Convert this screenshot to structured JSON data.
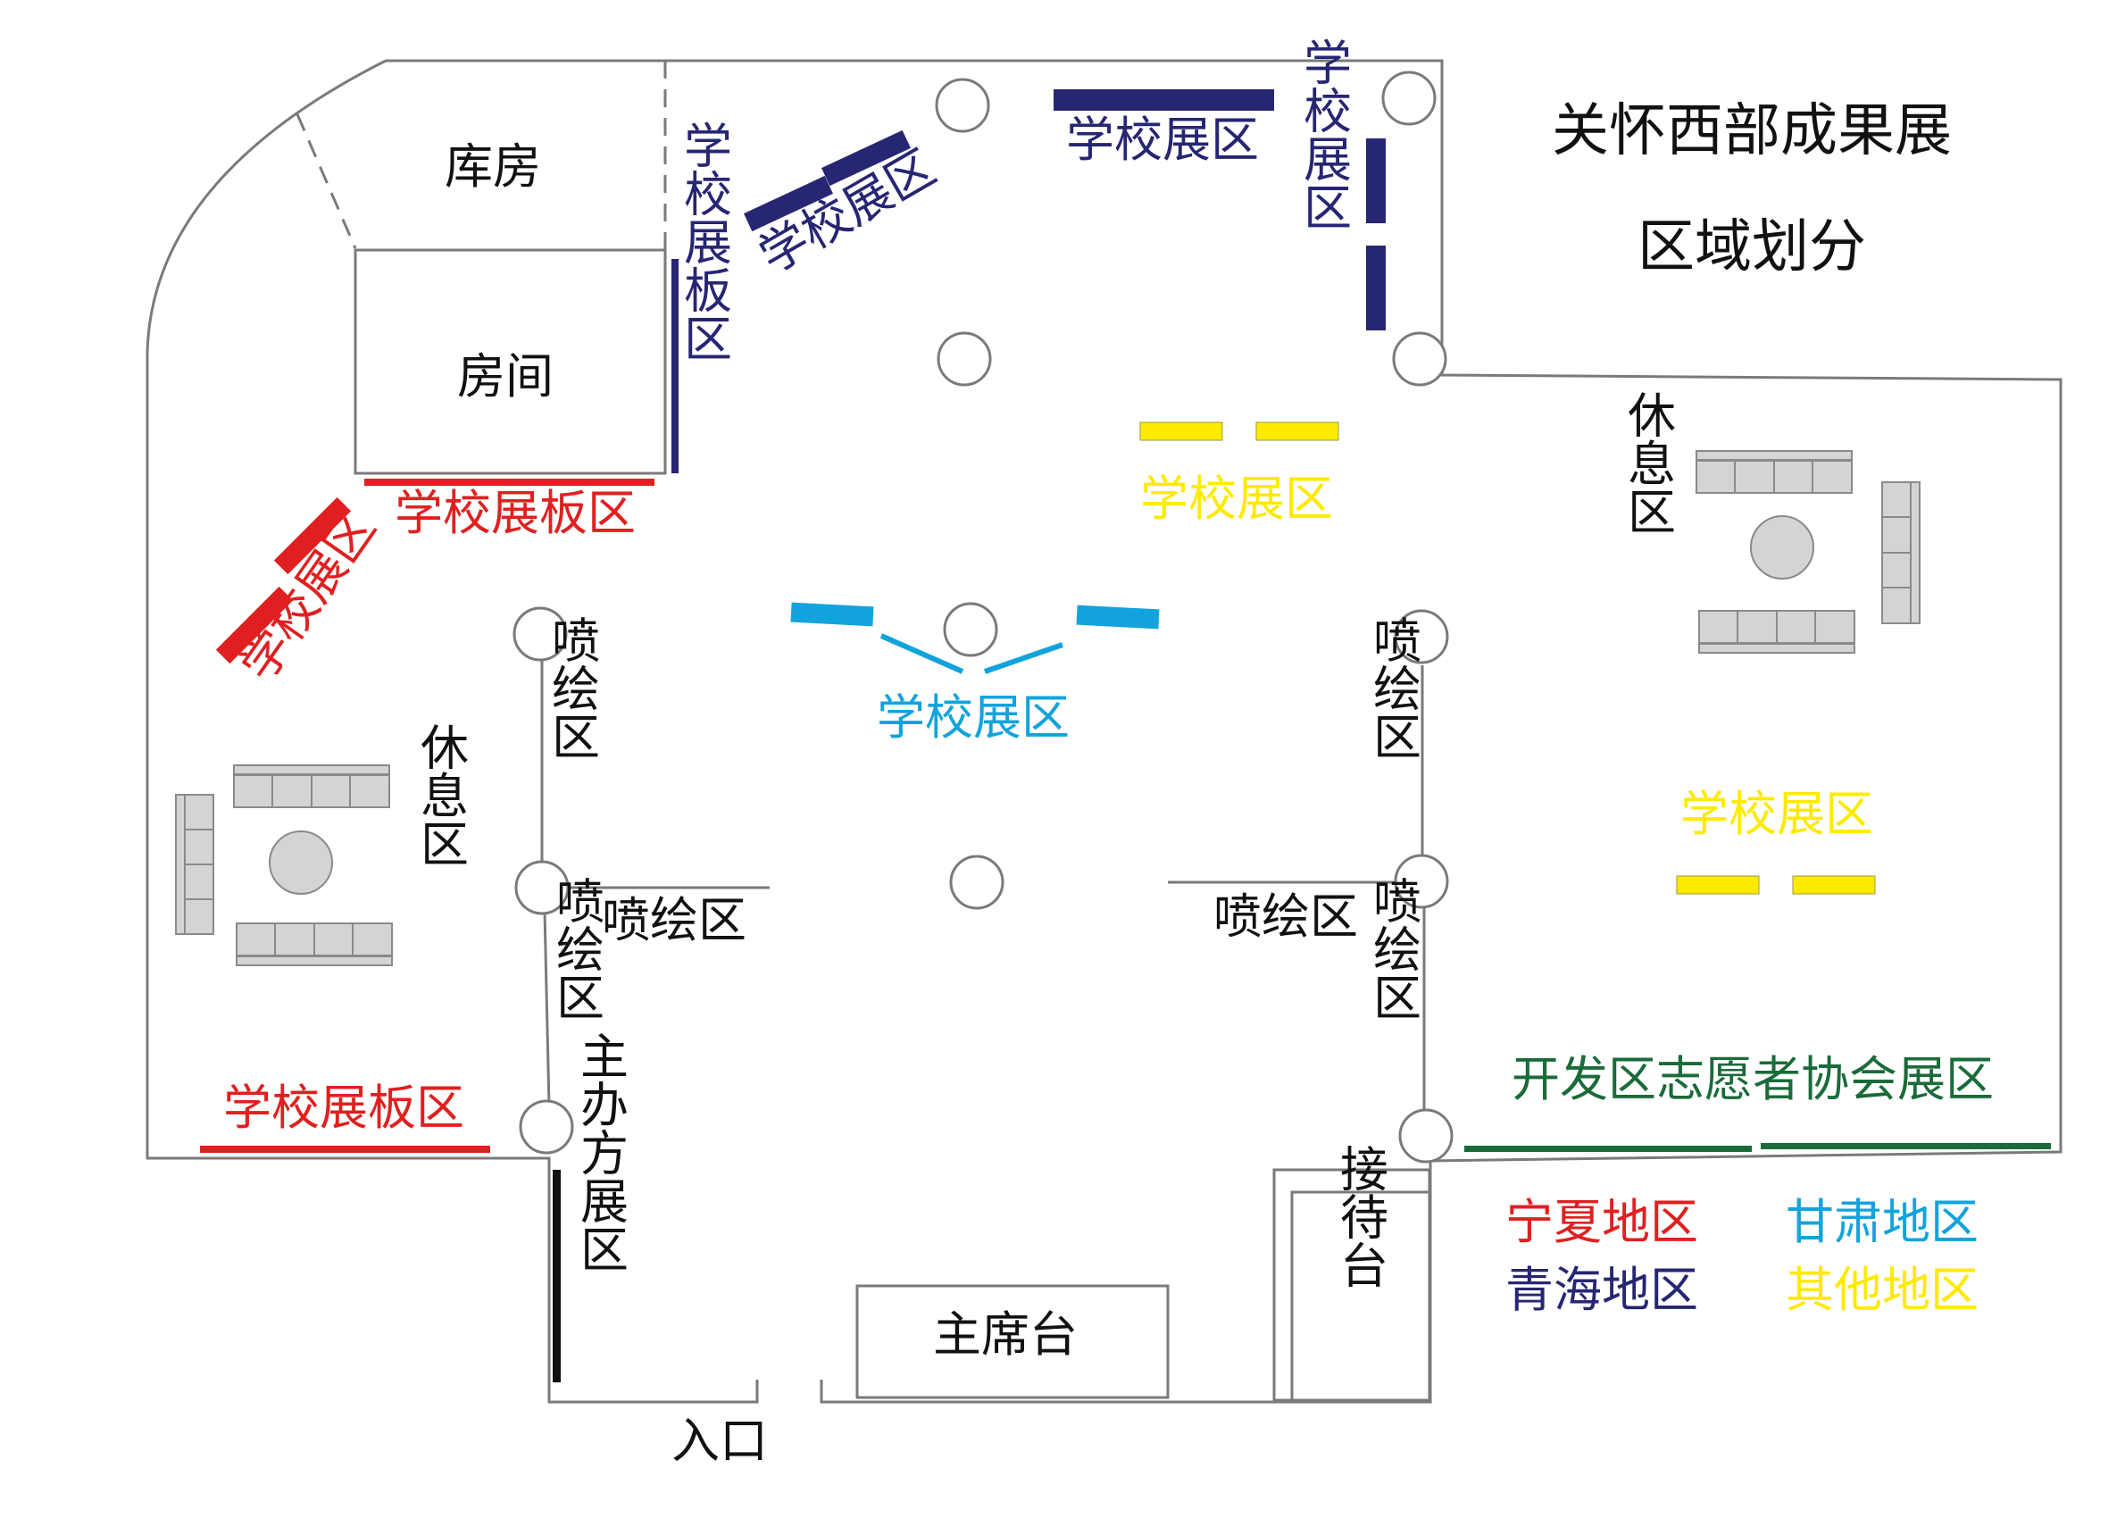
{
  "title": {
    "line1": "关怀西部成果展",
    "line2": "区域划分"
  },
  "colors": {
    "red": "#e02020",
    "navy": "#262673",
    "cyan": "#12a3dc",
    "yellow": "#ffea00",
    "green": "#1a6b3a",
    "black": "#111111",
    "wall": "#7a7a7a",
    "furniture": "#c8c8c8"
  },
  "rooms": {
    "storage": "库房",
    "room": "房间"
  },
  "labels": {
    "school_exhibit": "学校展区",
    "school_board": "学校展板区",
    "spray": "喷绘区",
    "rest": "休息区",
    "host": "主办方展区",
    "stage": "主席台",
    "reception": "接待台",
    "entrance": "入口",
    "volunteer": "开发区志愿者协会展区"
  },
  "legend": [
    {
      "text": "宁夏地区",
      "color": "#e02020"
    },
    {
      "text": "甘肃地区",
      "color": "#12a3dc"
    },
    {
      "text": "青海地区",
      "color": "#262673"
    },
    {
      "text": "其他地区",
      "color": "#ffea00"
    }
  ]
}
